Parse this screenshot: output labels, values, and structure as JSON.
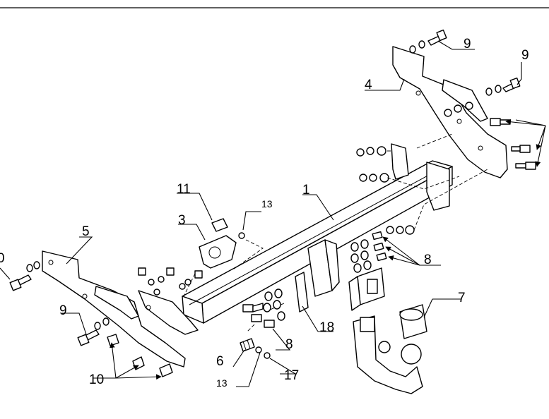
{
  "labels": {
    "l1": "1",
    "l3": "3",
    "l4": "4",
    "l5": "5",
    "l6": "6",
    "l7": "7",
    "l8a": "8",
    "l8b": "8",
    "l9a": "9",
    "l9b": "9",
    "l9c": "9",
    "l10a": "10",
    "l10b": "0",
    "l11": "11",
    "l13a": "13",
    "l13b": "13",
    "l17": "17",
    "l18": "18"
  }
}
